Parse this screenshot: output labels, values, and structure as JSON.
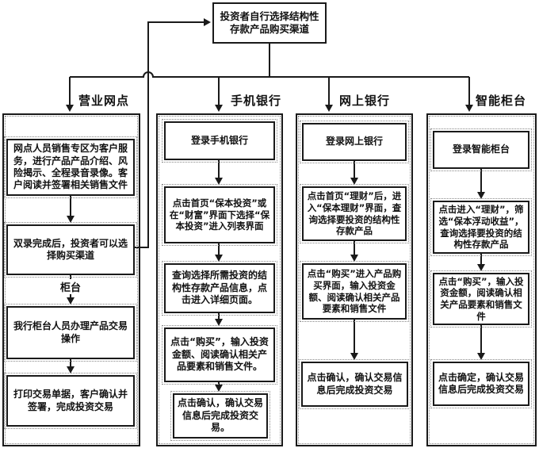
{
  "title_box": {
    "text": "投资者自行选择结构性存款产品购买渠道"
  },
  "columns": [
    {
      "label": "营业网点",
      "edge_label": "柜台",
      "steps": [
        "网点人员销售专区为客户服务，进行产品产品介绍、风险揭示、全程录音录像。客户阅读并签署相关销售文件",
        "双录完成后，投资者可以选择购买渠道",
        "我行柜台人员办理产品交易操作",
        "打印交易单据，客户确认并签署，完成投资交易"
      ]
    },
    {
      "label": "手机银行",
      "steps": [
        "登录手机银行",
        "点击首页“保本投资”或在“财富”界面下选择“保本投资”进入列表界面",
        "查询选择所需投资的结构性存款产品信息，点击进入详细页面。",
        "点击“购买”，输入投资金额、阅读确认相关产品要素和销售文件。",
        "点击确认，确认交易信息后完成投资交易。"
      ]
    },
    {
      "label": "网上银行",
      "steps": [
        "登录网上银行",
        "点击首页“理财”后，进入“保本理财”界面，查询选择要投资的结构性存款产品",
        "点击“购买”进入产品购买界面，输入投资金额、阅读确认相关产品要素和销售文件",
        "点击确认，确认交易信息后完成投资交易"
      ]
    },
    {
      "label": "智能柜台",
      "steps": [
        "登录智能柜台",
        "点击进入“理财”，筛选“保本浮动收益”，查询选择要投资的结构性存款产品",
        "点击“购买”，输入投资金额，阅读确认相关产品要素和销售文件",
        "点击确定，确认交易信息后完成投资交易"
      ]
    }
  ],
  "colors": {
    "line": "#1a1a1a",
    "text": "#111111",
    "background": "#ffffff"
  }
}
